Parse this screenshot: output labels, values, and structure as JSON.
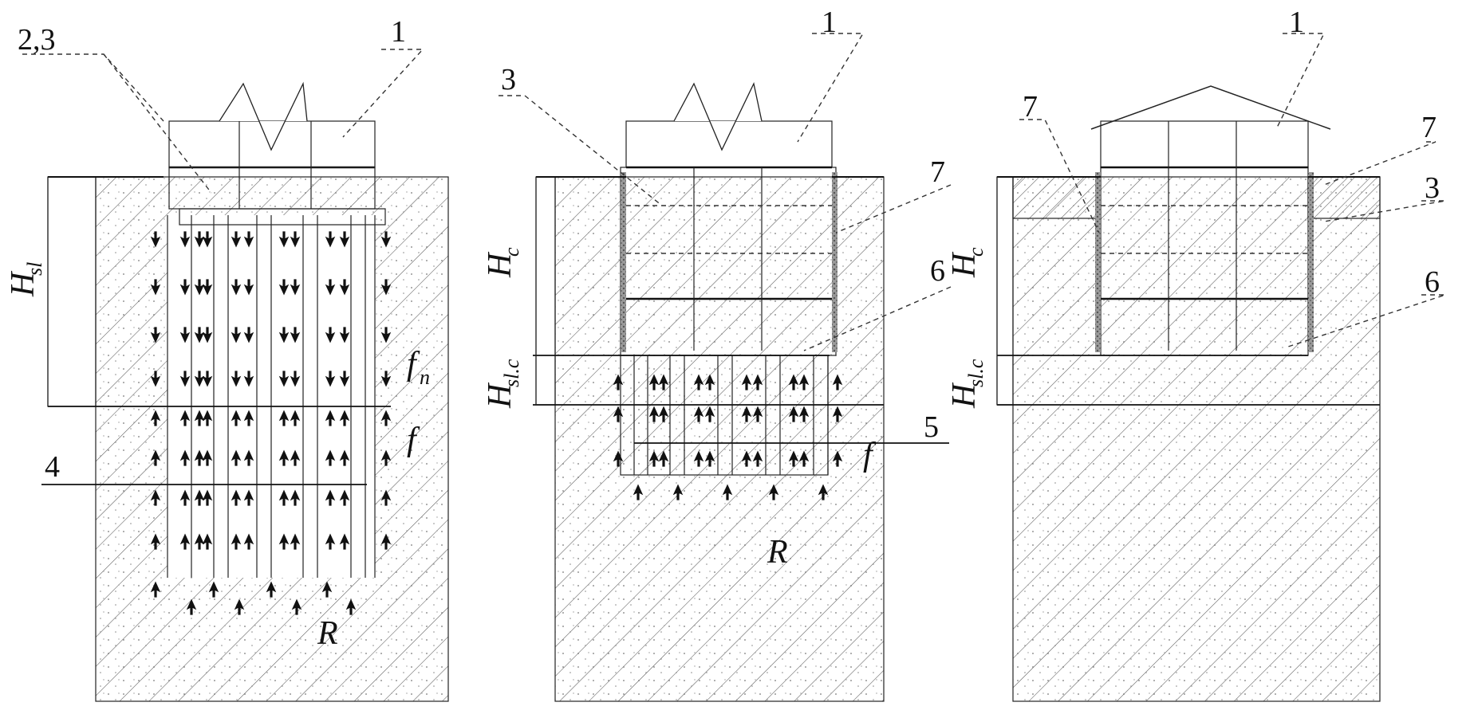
{
  "colors": {
    "ink": "#111111",
    "hatch": "#5a5a5a",
    "background": "#ffffff",
    "liner": "#8a8a8a"
  },
  "panels": [
    {
      "id": "a",
      "labels": {
        "elements_2_3": "2,3",
        "element_1": "1",
        "element_4": "4",
        "dim_main": "H",
        "dim_main_sub": "sl",
        "friction_neg": "f",
        "friction_neg_sub": "n",
        "friction": "f",
        "resistance": "R"
      }
    },
    {
      "id": "b",
      "labels": {
        "element_3": "3",
        "element_1": "1",
        "element_7": "7",
        "element_6": "6",
        "element_5": "5",
        "dim_upper": "H",
        "dim_upper_sub": "c",
        "dim_lower": "H",
        "dim_lower_sub": "sl.c",
        "friction": "f",
        "resistance": "R"
      }
    },
    {
      "id": "c",
      "labels": {
        "element_7_left": "7",
        "element_1": "1",
        "element_7_right": "7",
        "element_3": "3",
        "element_6": "6",
        "dim_upper": "H",
        "dim_upper_sub": "c",
        "dim_lower": "H",
        "dim_lower_sub": "sl.c"
      }
    }
  ]
}
